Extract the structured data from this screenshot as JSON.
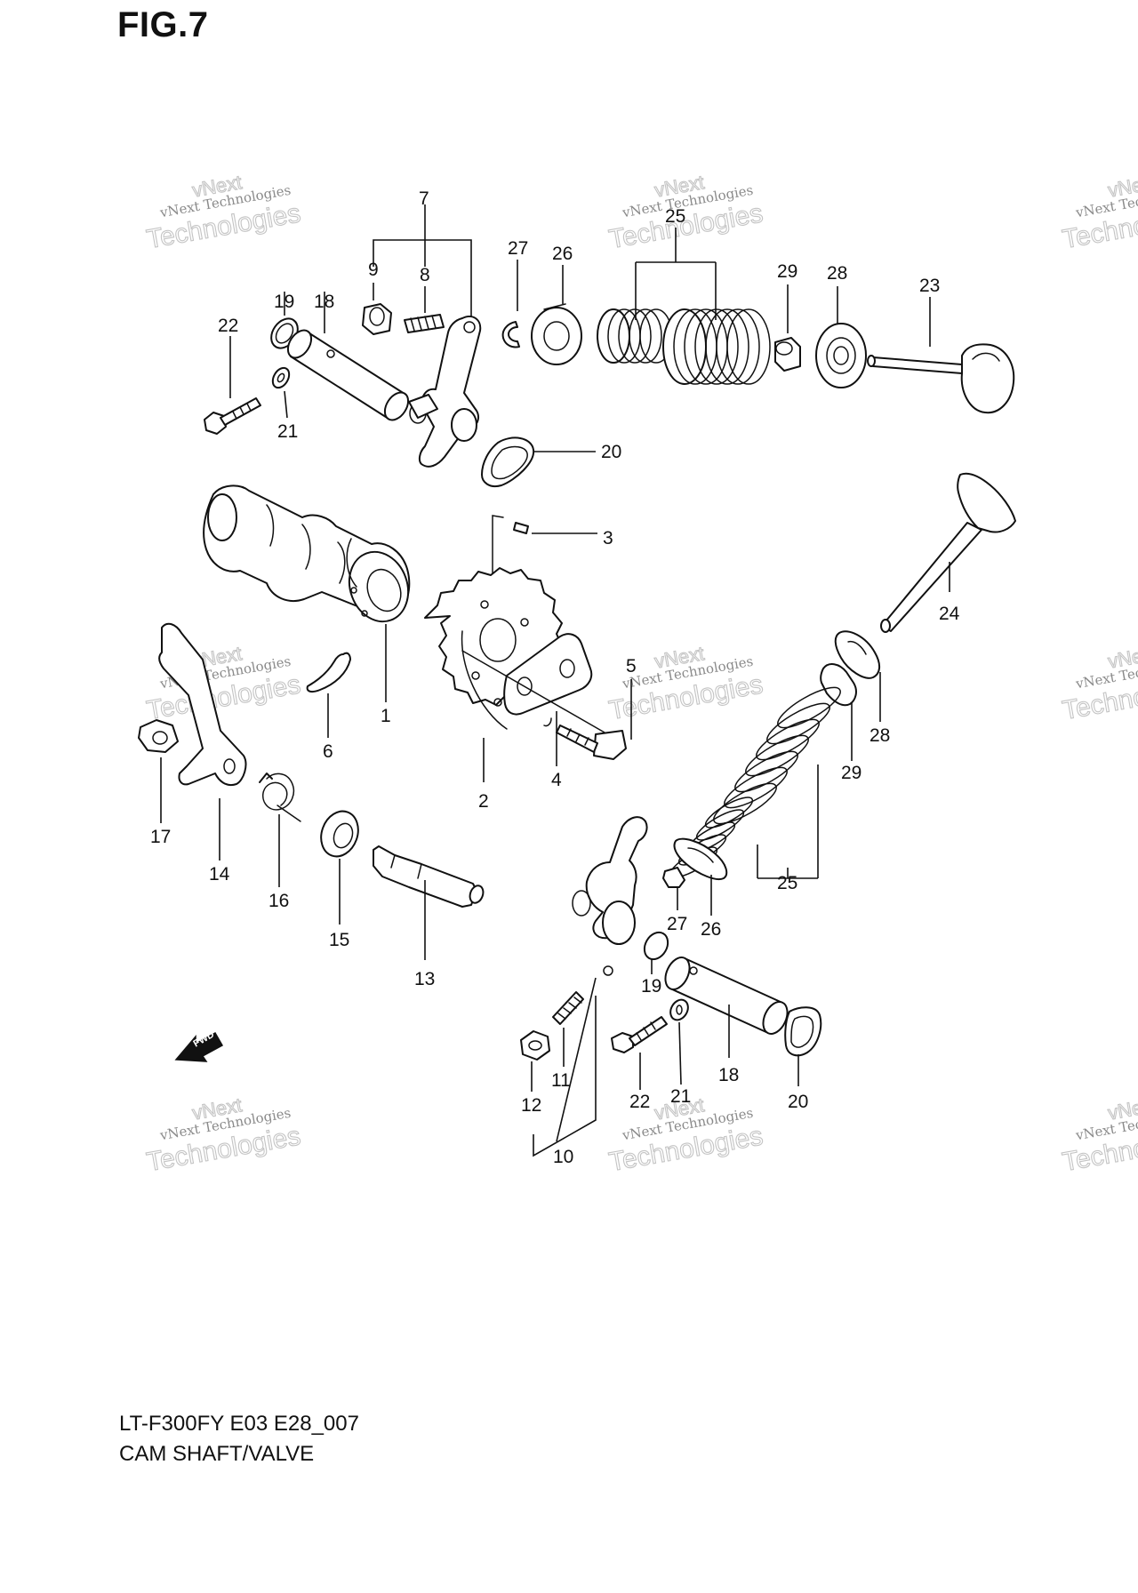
{
  "figure": {
    "title": "FIG.7"
  },
  "caption": {
    "model": "LT-F300FY E03 E28_007",
    "section": "CAM SHAFT/VALVE"
  },
  "watermark": {
    "line1": "vNext Technologies",
    "line2": "Technologies",
    "top": "vNext"
  },
  "fwd_label": "FWD",
  "callouts": [
    {
      "id": "c7",
      "text": "7"
    },
    {
      "id": "c9",
      "text": "9"
    },
    {
      "id": "c8",
      "text": "8"
    },
    {
      "id": "c19a",
      "text": "19"
    },
    {
      "id": "c18a",
      "text": "18"
    },
    {
      "id": "c22a",
      "text": "22"
    },
    {
      "id": "c21a",
      "text": "21"
    },
    {
      "id": "c27a",
      "text": "27"
    },
    {
      "id": "c26a",
      "text": "26"
    },
    {
      "id": "c25a",
      "text": "25"
    },
    {
      "id": "c29a",
      "text": "29"
    },
    {
      "id": "c28a",
      "text": "28"
    },
    {
      "id": "c23",
      "text": "23"
    },
    {
      "id": "c20a",
      "text": "20"
    },
    {
      "id": "c3",
      "text": "3"
    },
    {
      "id": "c24",
      "text": "24"
    },
    {
      "id": "c1",
      "text": "1"
    },
    {
      "id": "c6",
      "text": "6"
    },
    {
      "id": "c5",
      "text": "5"
    },
    {
      "id": "c4",
      "text": "4"
    },
    {
      "id": "c2",
      "text": "2"
    },
    {
      "id": "c28b",
      "text": "28"
    },
    {
      "id": "c29b",
      "text": "29"
    },
    {
      "id": "c17",
      "text": "17"
    },
    {
      "id": "c14",
      "text": "14"
    },
    {
      "id": "c16",
      "text": "16"
    },
    {
      "id": "c15",
      "text": "15"
    },
    {
      "id": "c13",
      "text": "13"
    },
    {
      "id": "c25b",
      "text": "25"
    },
    {
      "id": "c27b",
      "text": "27"
    },
    {
      "id": "c26b",
      "text": "26"
    },
    {
      "id": "c19b",
      "text": "19"
    },
    {
      "id": "c18b",
      "text": "18"
    },
    {
      "id": "c22b",
      "text": "22"
    },
    {
      "id": "c21b",
      "text": "21"
    },
    {
      "id": "c20b",
      "text": "20"
    },
    {
      "id": "c11",
      "text": "11"
    },
    {
      "id": "c12",
      "text": "12"
    },
    {
      "id": "c10",
      "text": "10"
    }
  ]
}
